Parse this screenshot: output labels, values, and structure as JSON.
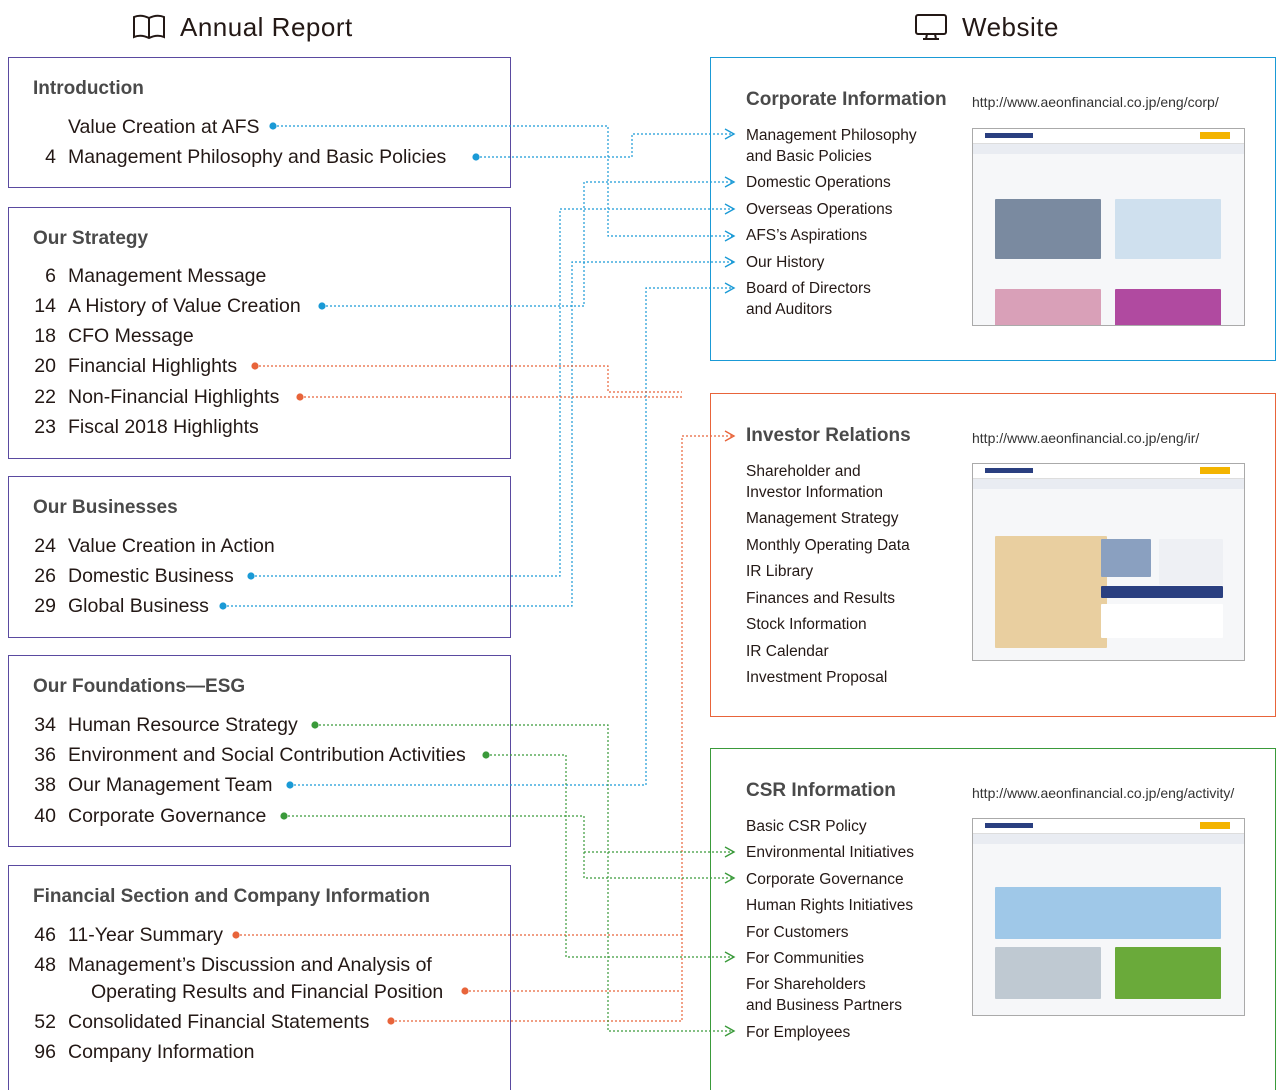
{
  "headers": {
    "annual_report": "Annual Report",
    "website": "Website"
  },
  "colors": {
    "blue": "#1a9ad6",
    "orange": "#e8643a",
    "green": "#3a9a3a",
    "purple_border": "#5a4aa0"
  },
  "annual_report": {
    "sections": [
      {
        "title": "Introduction",
        "items": [
          {
            "num": "",
            "label": "Value Creation at AFS"
          },
          {
            "num": "4",
            "label": "Management Philosophy and Basic Policies"
          }
        ]
      },
      {
        "title": "Our Strategy",
        "items": [
          {
            "num": "6",
            "label": "Management Message"
          },
          {
            "num": "14",
            "label": "A History of Value Creation"
          },
          {
            "num": "18",
            "label": "CFO Message"
          },
          {
            "num": "20",
            "label": "Financial Highlights"
          },
          {
            "num": "22",
            "label": "Non-Financial Highlights"
          },
          {
            "num": "23",
            "label": "Fiscal 2018 Highlights"
          }
        ]
      },
      {
        "title": "Our Businesses",
        "items": [
          {
            "num": "24",
            "label": "Value Creation in Action"
          },
          {
            "num": "26",
            "label": "Domestic Business"
          },
          {
            "num": "29",
            "label": "Global Business"
          }
        ]
      },
      {
        "title": "Our Foundations—ESG",
        "items": [
          {
            "num": "34",
            "label": "Human Resource Strategy"
          },
          {
            "num": "36",
            "label": "Environment and Social Contribution Activities"
          },
          {
            "num": "38",
            "label": "Our Management Team"
          },
          {
            "num": "40",
            "label": "Corporate Governance"
          }
        ]
      },
      {
        "title": "Financial Section and Company Information",
        "items": [
          {
            "num": "46",
            "label": "11-Year Summary"
          },
          {
            "num": "48",
            "label": "Management’s Discussion and Analysis of"
          },
          {
            "num": "",
            "label": "Operating Results and Financial Position"
          },
          {
            "num": "52",
            "label": "Consolidated Financial Statements"
          },
          {
            "num": "96",
            "label": "Company Information"
          }
        ]
      }
    ]
  },
  "website": {
    "corporate": {
      "title": "Corporate Information",
      "url": "http://www.aeonfinancial.co.jp/eng/corp/",
      "items": [
        "Management Philosophy",
        "and Basic Policies",
        "Domestic Operations",
        "Overseas Operations",
        "AFS’s Aspirations",
        "Our History",
        "Board of Directors",
        "and Auditors"
      ]
    },
    "investor": {
      "title": "Investor Relations",
      "url": "http://www.aeonfinancial.co.jp/eng/ir/",
      "items": [
        "Shareholder and",
        "Investor Information",
        "Management Strategy",
        "Monthly Operating Data",
        "IR Library",
        "Finances and Results",
        "Stock Information",
        "IR Calendar",
        "Investment Proposal"
      ]
    },
    "csr": {
      "title": "CSR Information",
      "url": "http://www.aeonfinancial.co.jp/eng/activity/",
      "items": [
        "Basic CSR Policy",
        "Environmental Initiatives",
        "Corporate Governance",
        "Human Rights Initiatives",
        "For Customers",
        "For Communities",
        "For Shareholders",
        "and Business Partners",
        "For Employees"
      ]
    }
  }
}
